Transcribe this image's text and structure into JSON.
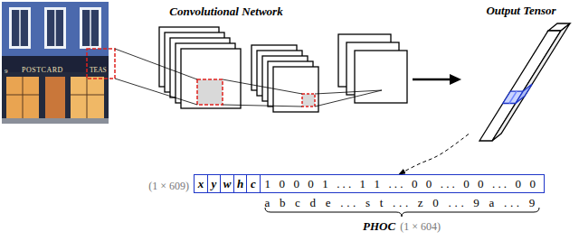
{
  "diagram": {
    "nodes": [
      {
        "text": [
          "Output Tensor"
        ]
      },
      {
        "text": [
          "x"
        ]
      },
      {
        "text": [
          "y"
        ]
      },
      {
        "text": [
          "w"
        ]
      },
      {
        "text": [
          "h"
        ]
      },
      {
        "text": [
          "c"
        ]
      },
      {
        "text": [
          "1 0 0 0 1 ... 1 1 ... 0 0 ... 0 0 ... 0 0"
        ]
      }
    ],
    "edges": [
      {
        "from": 0,
        "to": 6,
        "arrow": "to"
      }
    ],
    "labels": [
      "Convolutional Network",
      "9",
      "POSTCARD",
      "TEAS",
      "(1 × 609)",
      "a b c d e ... s t ... z 0 ... 9 a ... 9",
      "PHOC",
      "(1 × 604)"
    ]
  }
}
